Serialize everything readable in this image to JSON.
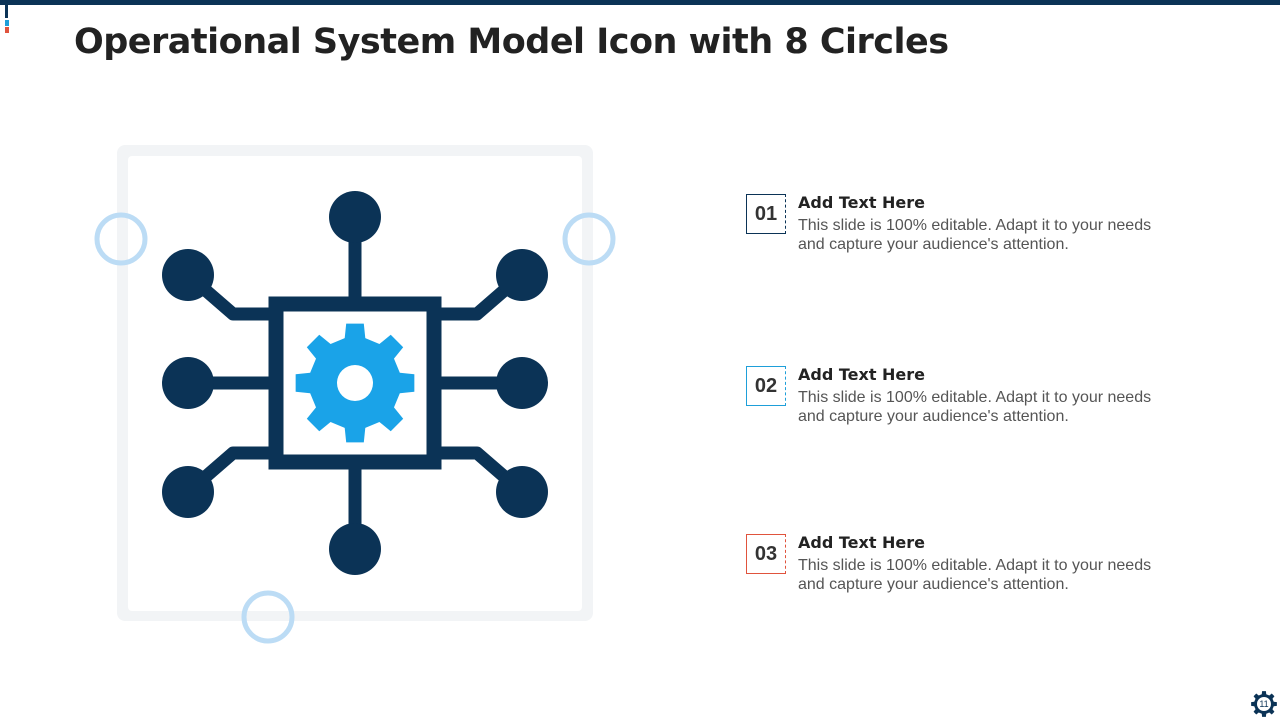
{
  "title": "Operational System Model Icon with 8 Circles",
  "colors": {
    "navy": "#0b3356",
    "gear": "#1aa3e8",
    "ring": "#bcdcf5",
    "frame": "#f2f4f6",
    "accent_blue": "#1e9fd9",
    "accent_red": "#e0533d"
  },
  "icon": {
    "name": "network-gear-icon",
    "node_count": 8
  },
  "items": [
    {
      "number": "01",
      "heading": "Add Text Here",
      "body": "This slide is 100% editable. Adapt it to your needs and capture your audience's attention.",
      "border_color": "#0b3356"
    },
    {
      "number": "02",
      "heading": "Add Text Here",
      "body": "This slide is 100% editable. Adapt it to your needs and capture your audience's attention.",
      "border_color": "#1e9fd9"
    },
    {
      "number": "03",
      "heading": "Add Text Here",
      "body": "This slide is 100% editable. Adapt it to your needs and capture your audience's attention.",
      "border_color": "#e0533d"
    }
  ],
  "page_number": "11"
}
